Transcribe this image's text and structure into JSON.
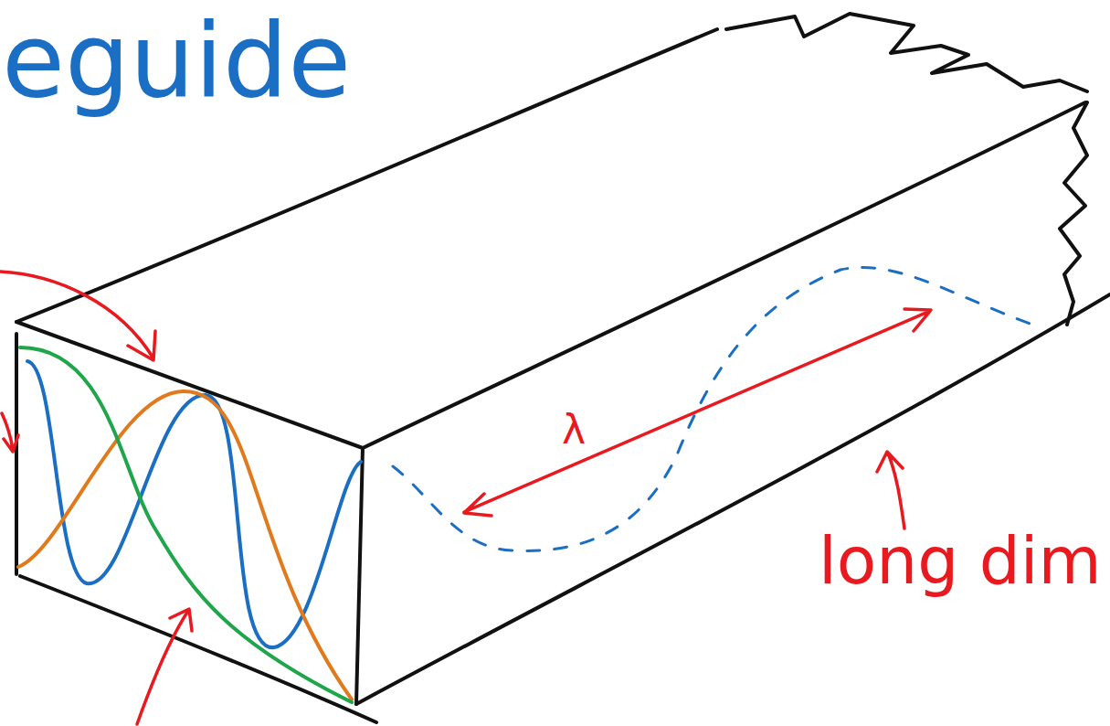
{
  "diagram": {
    "labels": [
      "eguide",
      "λ",
      "long dim"
    ]
  }
}
